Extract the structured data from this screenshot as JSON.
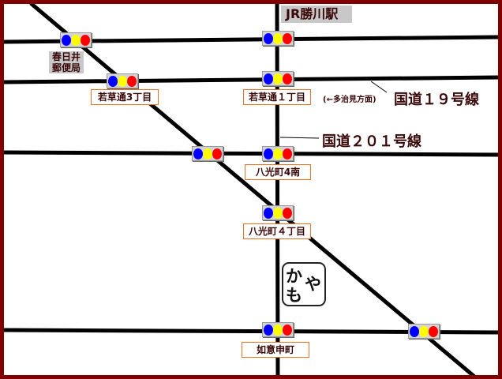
{
  "station": "JR勝川駅",
  "post_office": [
    "春日井",
    "郵便局"
  ],
  "intersections": [
    {
      "name": "若草通3丁目"
    },
    {
      "name": "若草通１丁目"
    },
    {
      "name": "八光町4南"
    },
    {
      "name": "八光町４丁目"
    },
    {
      "name": "如意申町"
    }
  ],
  "routes": {
    "r19_direction": "(←多治見方面)",
    "r19": "国道１９号線",
    "r201": "国道２０１号線"
  },
  "shop_logo": [
    "か",
    "や",
    "も"
  ],
  "colors": {
    "border": "#800000",
    "signal_blue": "#0000ff",
    "signal_yellow": "#ffff00",
    "signal_red": "#ff0000",
    "label_border": "#f07020"
  }
}
